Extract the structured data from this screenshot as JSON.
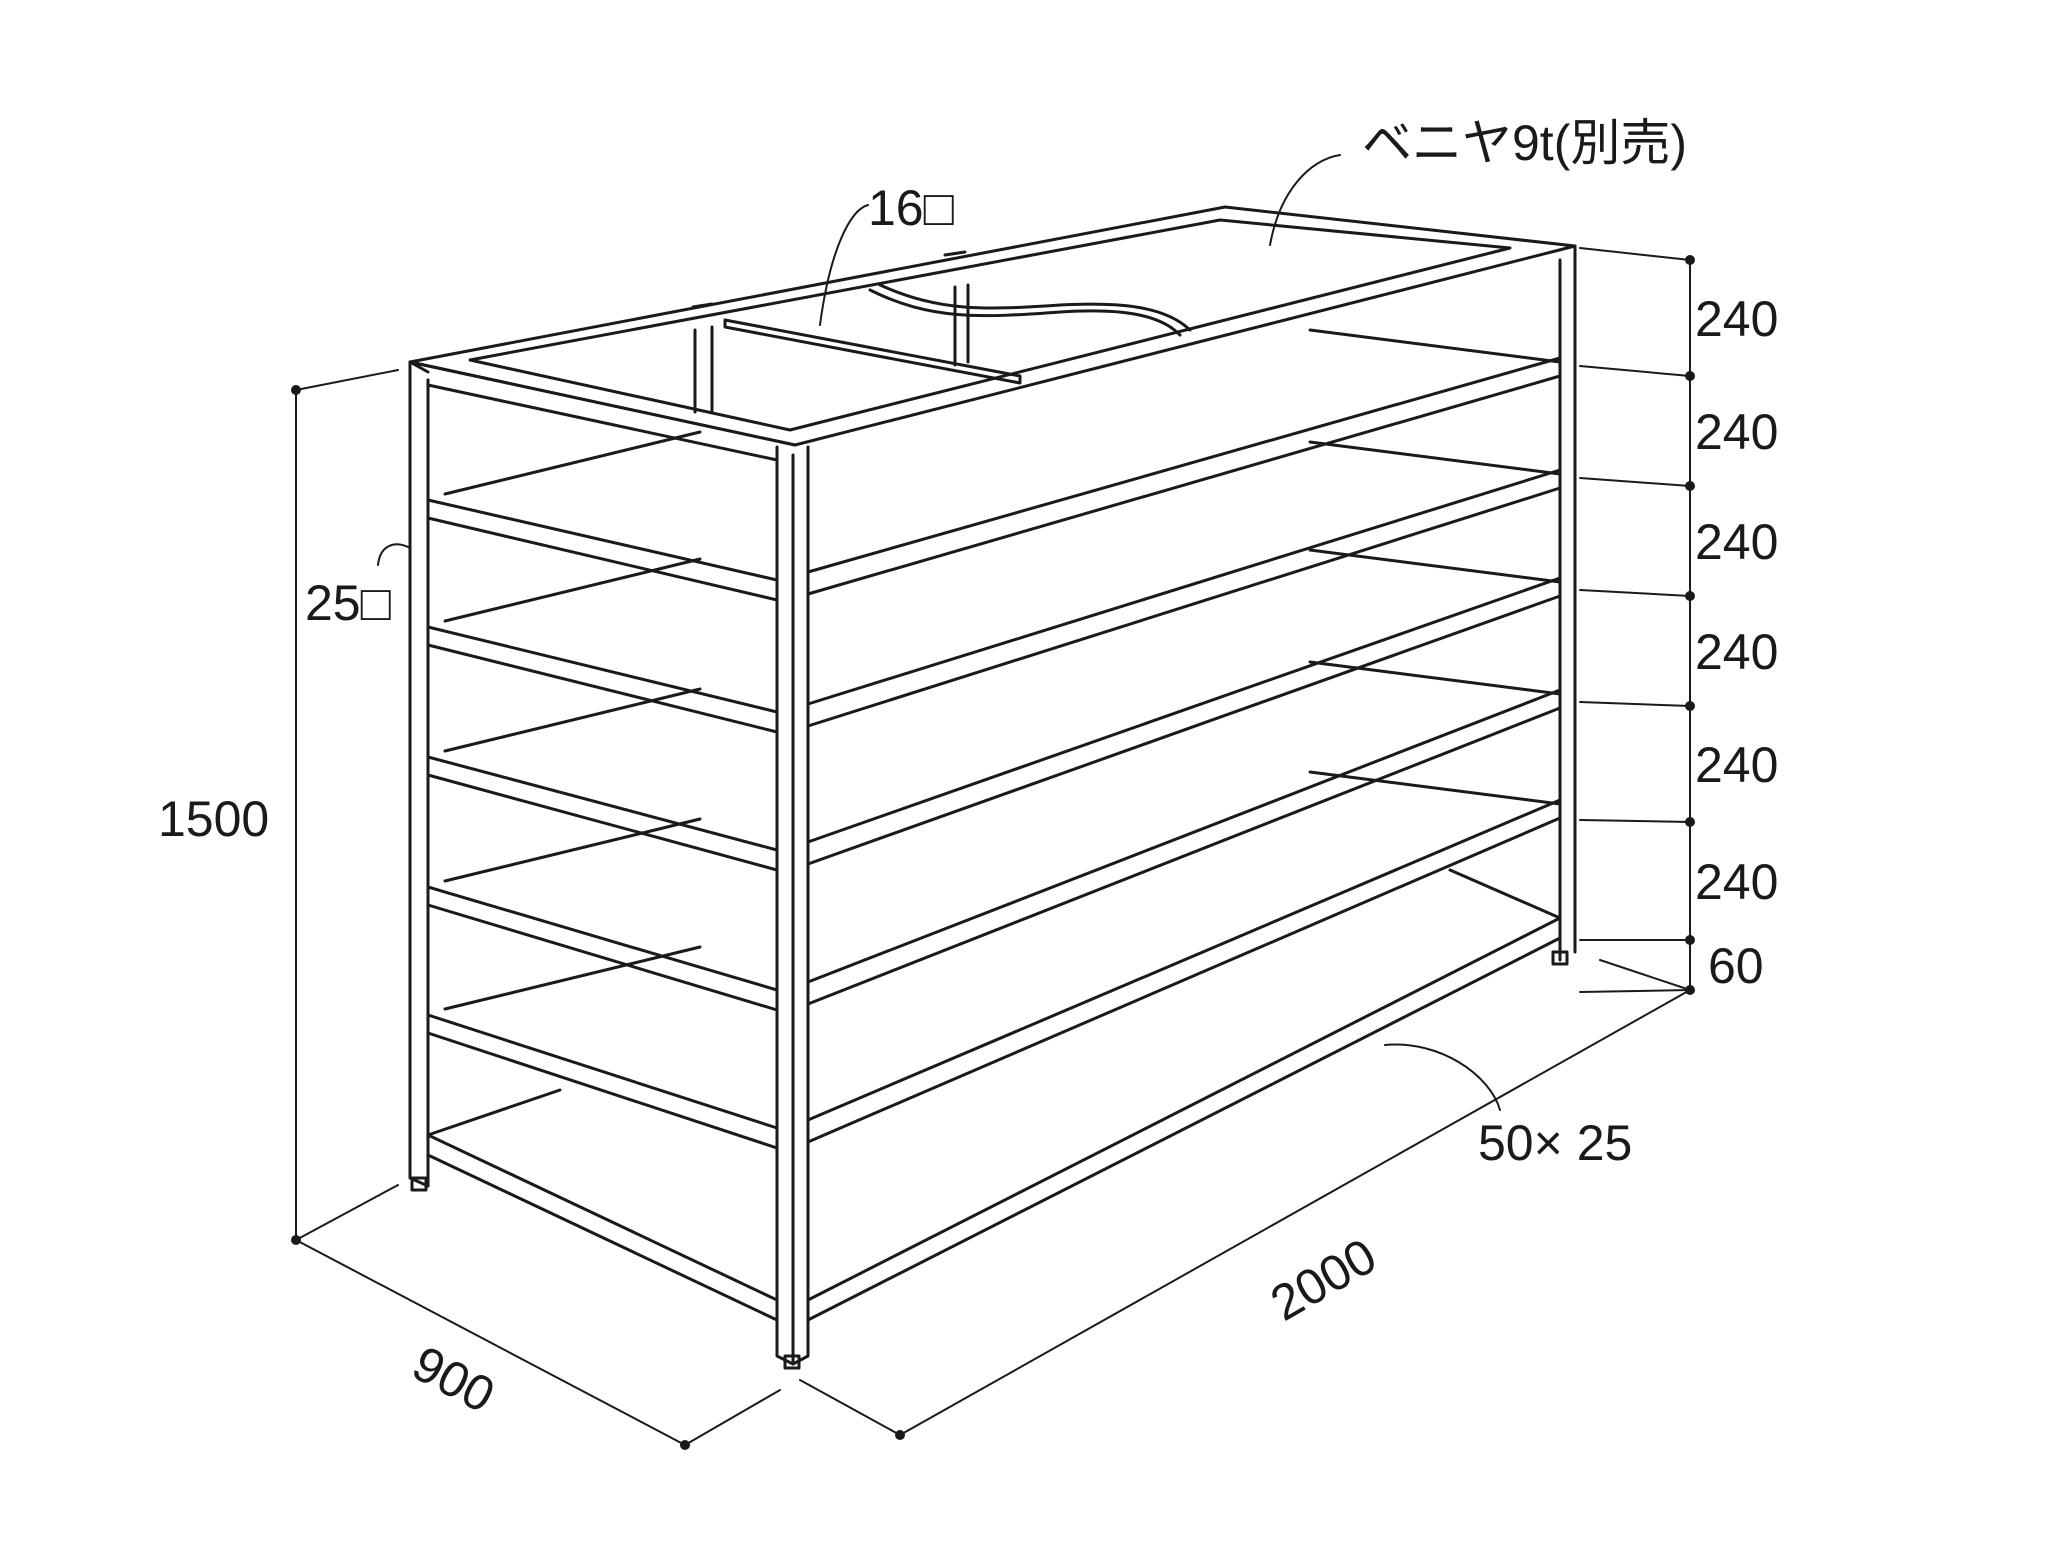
{
  "diagram": {
    "labels": {
      "plywood": "ベニヤ9t(別売)",
      "rod": "16□",
      "post": "25□",
      "height": "1500",
      "depth": "900",
      "width": "2000",
      "beam": "50×  25"
    },
    "shelf_spacing": [
      "240",
      "240",
      "240",
      "240",
      "240",
      "240",
      "60"
    ],
    "line_color": "#1a1a1a"
  }
}
